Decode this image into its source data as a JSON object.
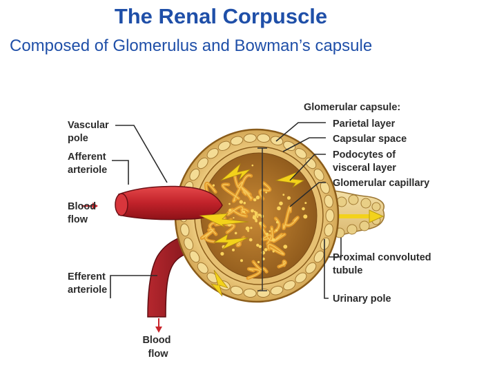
{
  "title": "The Renal Corpuscle",
  "subtitle": "Composed of Glomerulus and Bowman’s capsule",
  "labels": {
    "vascular_pole": [
      "Vascular",
      "pole"
    ],
    "afferent_arteriole": [
      "Afferent",
      "arteriole"
    ],
    "blood_flow_in": [
      "Blood",
      "flow"
    ],
    "efferent_arteriole": [
      "Efferent",
      "arteriole"
    ],
    "blood_flow_out": [
      "Blood",
      "flow"
    ],
    "glomerular_capsule": "Glomerular capsule:",
    "parietal_layer": "Parietal layer",
    "capsular_space": "Capsular space",
    "podocytes": [
      "Podocytes of",
      "visceral layer"
    ],
    "glomerular_capillary": "Glomerular capillary",
    "proximal_tubule": [
      "Proximal convoluted",
      "tubule"
    ],
    "urinary_pole": "Urinary pole"
  },
  "colors": {
    "title": "#1f4fa8",
    "capsule": "#e9c77a",
    "capsule_edge": "#9a6a1e",
    "capillary": "#d98a1f",
    "arteriole": "#c8242a",
    "efferent": "#9c1c22",
    "arrow": "#f3d21b"
  }
}
